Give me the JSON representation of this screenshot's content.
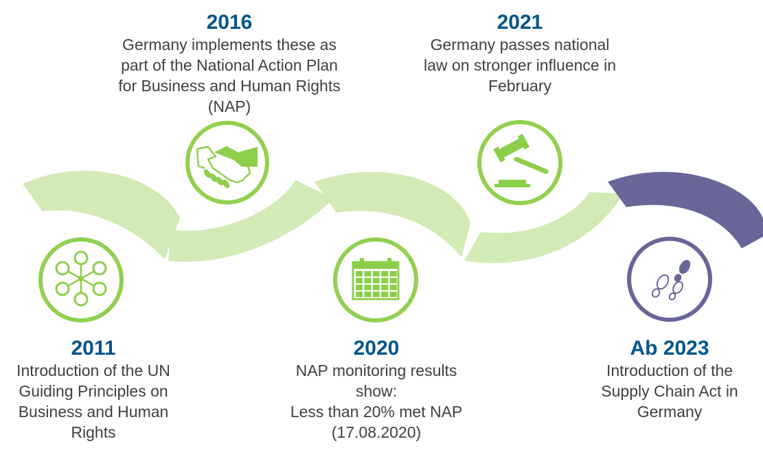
{
  "colors": {
    "band_light": "#d2eab5",
    "ring_green": "#92d050",
    "icon_green": "#8ccf4a",
    "band_purple": "#686698",
    "ring_purple": "#686698",
    "year_blue": "#00558c",
    "text_gray": "#3f3f3f"
  },
  "milestones": [
    {
      "year": "2011",
      "lines": [
        "Introduction of the UN",
        "Guiding Principles on",
        "Business and Human",
        "Rights"
      ],
      "icon": "network-icon",
      "position": "bottom"
    },
    {
      "year": "2016",
      "lines": [
        "Germany implements these as",
        "part of the National Action Plan",
        "for Business and Human Rights",
        "(NAP)"
      ],
      "icon": "handshake-icon",
      "position": "top"
    },
    {
      "year": "2020",
      "lines": [
        "NAP monitoring results",
        "show:",
        "Less than 20% met NAP",
        "(17.08.2020)"
      ],
      "icon": "calendar-icon",
      "position": "bottom"
    },
    {
      "year": "2021",
      "lines": [
        "Germany passes national",
        "law on stronger influence in",
        "February"
      ],
      "icon": "gavel-icon",
      "position": "top"
    },
    {
      "year": "Ab 2023",
      "lines": [
        "Introduction of the",
        "Supply Chain Act in",
        "Germany"
      ],
      "icon": "footprints-icon",
      "position": "bottom"
    }
  ]
}
